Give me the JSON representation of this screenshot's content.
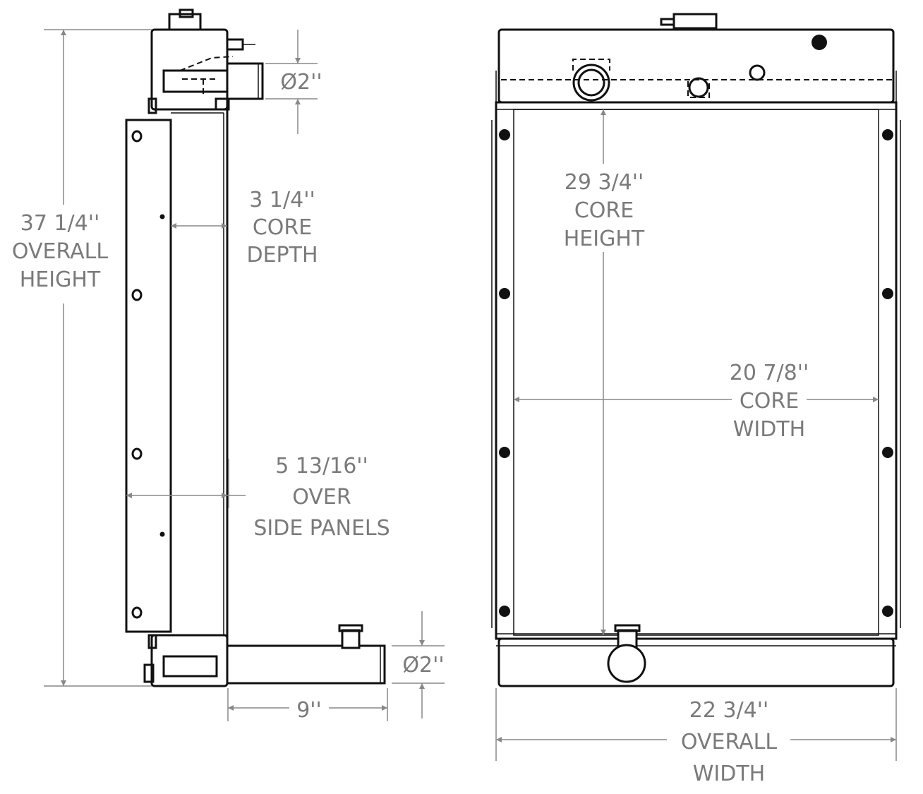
{
  "side_view": {
    "overall_height": {
      "value": "37 1/4''",
      "line1": "OVERALL",
      "line2": "HEIGHT"
    },
    "inlet_diameter": "Ø2''",
    "core_depth": {
      "value": "3 1/4''",
      "line1": "CORE",
      "line2": "DEPTH"
    },
    "over_side_panels": {
      "value": "5 13/16''",
      "line1": "OVER",
      "line2": "SIDE PANELS"
    },
    "outlet_diameter": "Ø2''",
    "outlet_length": "9''"
  },
  "front_view": {
    "core_height": {
      "value": "29 3/4''",
      "line1": "CORE",
      "line2": "HEIGHT"
    },
    "core_width": {
      "value": "20 7/8''",
      "line1": "CORE",
      "line2": "WIDTH"
    },
    "overall_width": {
      "value": "22 3/4''",
      "line1": "OVERALL",
      "line2": "WIDTH"
    }
  },
  "colors": {
    "outline": "#111111",
    "dimension": "#888888",
    "label": "#7a7a7a"
  }
}
